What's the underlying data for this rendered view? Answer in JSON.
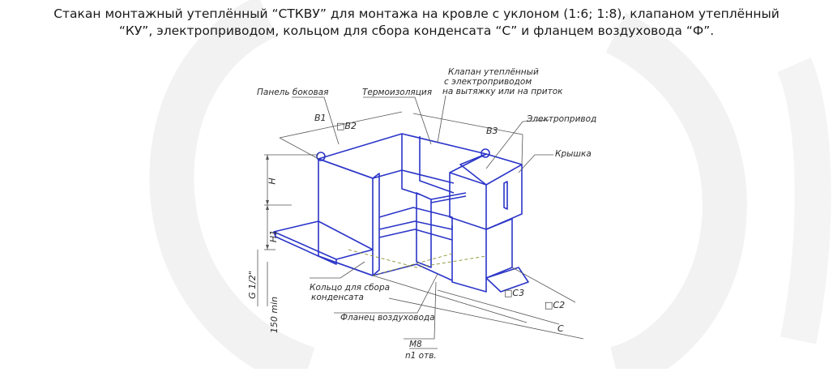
{
  "caption": {
    "line1": "Стакан монтажный утеплённый “СТКВУ” для монтажа на кровле с уклоном (1:6; 1:8), клапаном утеплённый",
    "line2": "“КУ”, электроприводом, кольцом для сбора конденсата “С” и фланцем воздуховода “Ф”."
  },
  "labels": {
    "panel_side": "Панель боковая",
    "thermal_insulation": "Термоизоляция",
    "valve_line1": "Клапан утеплённый",
    "valve_line2": "с электроприводом",
    "valve_line3": "на вытяжку или на приток",
    "electric_drive": "Электропривод",
    "cover": "Крышка",
    "condensate_ring_line1": "Кольцо для сбора",
    "condensate_ring_line2": "конденсата",
    "duct_flange": "Фланец воздуховода",
    "bolt": "M8",
    "holes": "n1 отв."
  },
  "dimensions": {
    "b1": "B1",
    "b2": "□B2",
    "b3": "B3",
    "h": "H",
    "h1": "H1",
    "g": "G 1/2\"",
    "tap_150": "150 min",
    "c3": "□C3",
    "c2": "□C2",
    "c": "C"
  },
  "colors": {
    "drawing_blue": "#2b35c8",
    "line_gray": "#555555",
    "watermark_gray": "#f2f2f2"
  }
}
